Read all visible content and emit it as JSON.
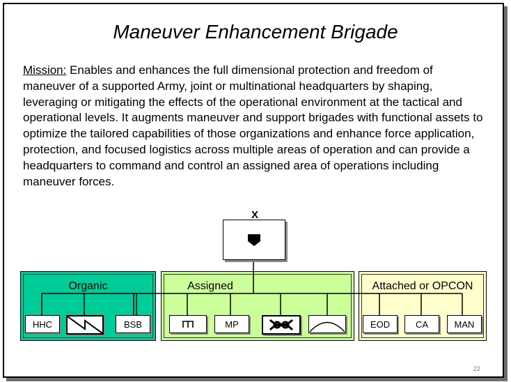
{
  "title": "Maneuver Enhancement Brigade",
  "mission": {
    "label": "Mission:",
    "text": " Enables and enhances the full dimensional protection and freedom of maneuver of a supported Army, joint or multinational headquarters by shaping, leveraging or mitigating the effects of the operational environment at the tactical and operational levels. It augments maneuver and support brigades with functional assets to optimize the tailored capabilities of those organizations and enhance force application, protection, and focused logistics across multiple areas of operation and can provide a headquarters to command and control an assigned area of operations including maneuver forces."
  },
  "hq": {
    "echelon": "X",
    "icon": "maneuver-enhancement-shield-icon"
  },
  "groups": {
    "organic": {
      "label": "Organic",
      "color": "#00cc99",
      "units": [
        {
          "label": "HHC"
        },
        {
          "label": "",
          "icon": "signal-lightning-icon"
        },
        {
          "label": "BSB"
        }
      ]
    },
    "assigned": {
      "label": "Assigned",
      "color": "#ccff99",
      "units": [
        {
          "label": "",
          "icon": "engineer-castle-icon"
        },
        {
          "label": "MP"
        },
        {
          "label": "",
          "icon": "chemical-retort-icon"
        },
        {
          "label": "",
          "icon": "air-defense-dome-icon"
        }
      ]
    },
    "attached": {
      "label": "Attached or OPCON",
      "color": "#ffffcc",
      "units": [
        {
          "label": "EOD"
        },
        {
          "label": "CA"
        },
        {
          "label": "MAN"
        }
      ]
    }
  },
  "page_number": "22"
}
